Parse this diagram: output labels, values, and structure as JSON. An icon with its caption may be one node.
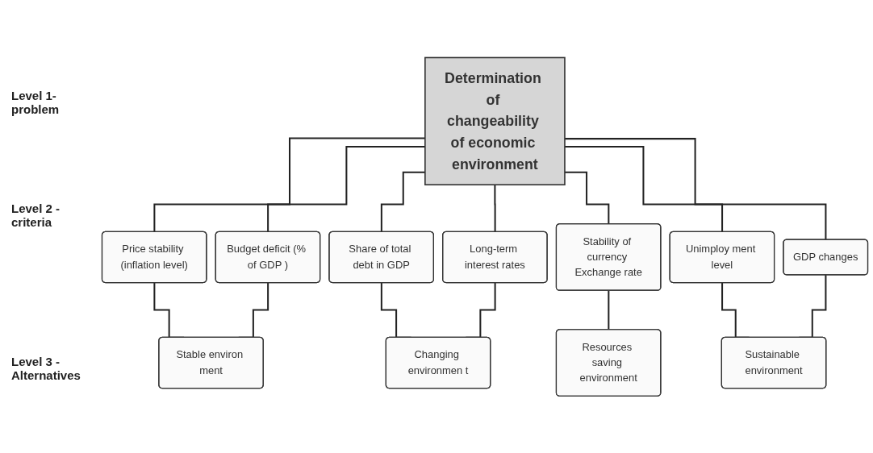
{
  "diagram": {
    "nodes": [
      {
        "text": [
          "Determination of changeability of economic environment"
        ]
      },
      {
        "text": [
          "Price stability (inflation level)"
        ]
      },
      {
        "text": [
          "Budget deficit (% of GDP )"
        ]
      },
      {
        "text": [
          "Share of total debt in GDP"
        ]
      },
      {
        "text": [
          "Long-term interest rates"
        ]
      },
      {
        "text": [
          "Stability of currency Exchange rate"
        ]
      },
      {
        "text": [
          "Unimploy ment level"
        ]
      },
      {
        "text": [
          "GDP changes"
        ]
      },
      {
        "text": [
          "Stable environ ment"
        ]
      },
      {
        "text": [
          "Changing environmen t"
        ]
      },
      {
        "text": [
          "Resources saving environment"
        ]
      },
      {
        "text": [
          "Sustainable environment"
        ]
      }
    ],
    "edges": [
      {
        "from": 0,
        "to": 1,
        "arrow": "none"
      },
      {
        "from": 0,
        "to": 2,
        "arrow": "none"
      },
      {
        "from": 0,
        "to": 3,
        "arrow": "none"
      },
      {
        "from": 0,
        "to": 4,
        "arrow": "none"
      },
      {
        "from": 0,
        "to": 5,
        "arrow": "none"
      },
      {
        "from": 0,
        "to": 6,
        "arrow": "none"
      },
      {
        "from": 0,
        "to": 7,
        "arrow": "none"
      },
      {
        "from": 1,
        "to": 8,
        "arrow": "none"
      },
      {
        "from": 2,
        "to": 8,
        "arrow": "none"
      },
      {
        "from": 3,
        "to": 9,
        "arrow": "none"
      },
      {
        "from": 4,
        "to": 9,
        "arrow": "none"
      },
      {
        "from": 5,
        "to": 10,
        "arrow": "none"
      },
      {
        "from": 6,
        "to": 11,
        "arrow": "none"
      },
      {
        "from": 7,
        "to": 11,
        "arrow": "none"
      }
    ],
    "labels": [
      "Level 1- problem",
      "Level 2 - criteria",
      "Level 3 - Alternatives"
    ]
  }
}
